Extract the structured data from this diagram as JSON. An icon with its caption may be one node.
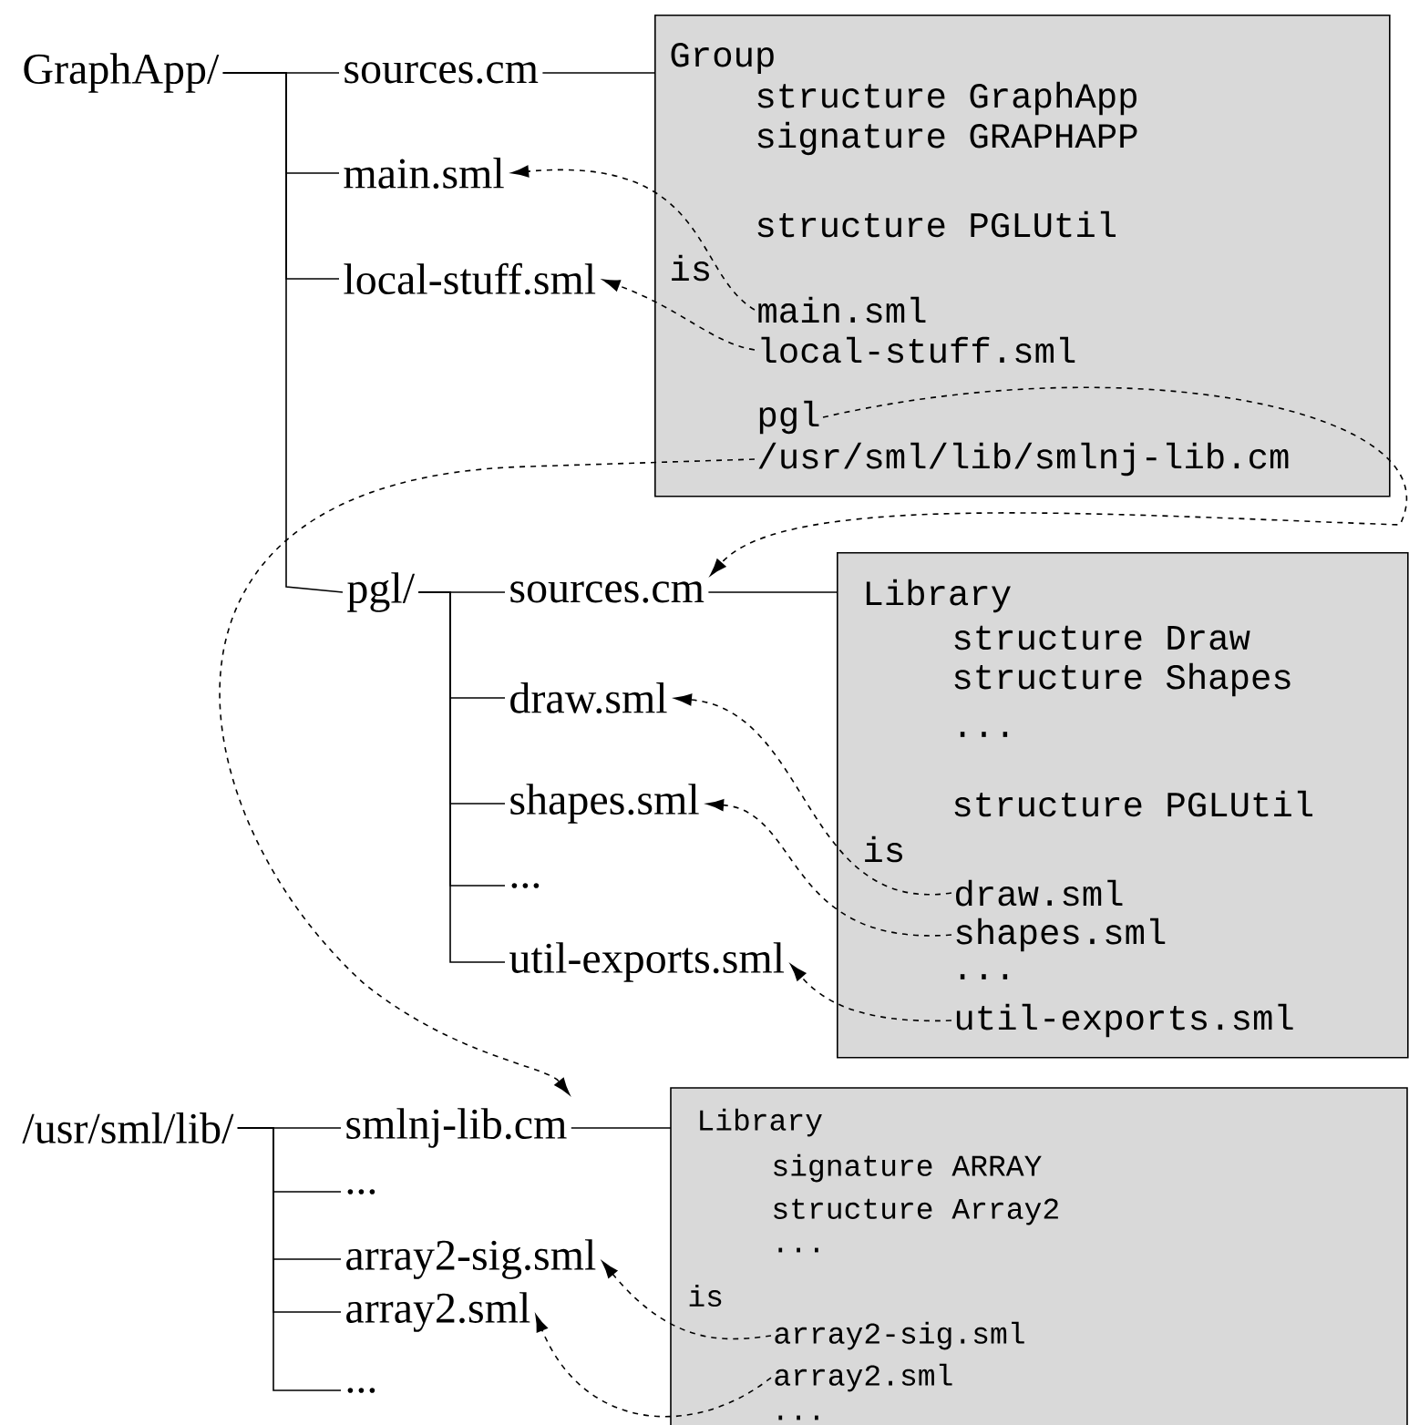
{
  "diagram": {
    "nodes": [
      {
        "text": [
          "GraphApp/"
        ]
      },
      {
        "text": [
          "sources.cm"
        ]
      },
      {
        "text": [
          "main.sml"
        ]
      },
      {
        "text": [
          "local-stuff.sml"
        ]
      },
      {
        "text": [
          "pgl/"
        ]
      },
      {
        "text": [
          "sources.cm"
        ]
      },
      {
        "text": [
          "draw.sml"
        ]
      },
      {
        "text": [
          "shapes.sml"
        ]
      },
      {
        "text": [
          "..."
        ]
      },
      {
        "text": [
          "util-exports.sml"
        ]
      },
      {
        "text": [
          "/usr/sml/lib/"
        ]
      },
      {
        "text": [
          "smlnj-lib.cm"
        ]
      },
      {
        "text": [
          "..."
        ]
      },
      {
        "text": [
          "array2-sig.sml"
        ]
      },
      {
        "text": [
          "array2.sml"
        ]
      },
      {
        "text": [
          "..."
        ]
      },
      {
        "text": [
          "Group",
          "structure GraphApp",
          "signature GRAPHAPP",
          "structure PGLUtil",
          "is"
        ]
      },
      {
        "text": [
          "main.sml"
        ],
        "in": 16
      },
      {
        "text": [
          "local-stuff.sml"
        ],
        "in": 16
      },
      {
        "text": [
          "pgl"
        ],
        "in": 16
      },
      {
        "text": [
          "/usr/sml/lib/smlnj-lib.cm"
        ],
        "in": 16
      },
      {
        "text": [
          "Library",
          "structure Draw",
          "structure Shapes",
          "...",
          "structure PGLUtil",
          "is",
          "..."
        ]
      },
      {
        "text": [
          "draw.sml"
        ],
        "in": 21
      },
      {
        "text": [
          "shapes.sml"
        ],
        "in": 21
      },
      {
        "text": [
          "util-exports.sml"
        ],
        "in": 21
      },
      {
        "text": [
          "Library",
          "signature ARRAY",
          "structure Array2",
          "...",
          "is",
          "..."
        ]
      },
      {
        "text": [
          "array2-sig.sml"
        ],
        "in": 25
      },
      {
        "text": [
          "array2.sml"
        ],
        "in": 25
      }
    ],
    "edges": [
      {
        "from": 0,
        "to": 1,
        "arrow": "none"
      },
      {
        "from": 0,
        "to": 2,
        "arrow": "none"
      },
      {
        "from": 0,
        "to": 3,
        "arrow": "none"
      },
      {
        "from": 0,
        "to": 4,
        "arrow": "none"
      },
      {
        "from": 1,
        "to": 16,
        "arrow": "none"
      },
      {
        "from": 4,
        "to": 5,
        "arrow": "none"
      },
      {
        "from": 4,
        "to": 6,
        "arrow": "none"
      },
      {
        "from": 4,
        "to": 7,
        "arrow": "none"
      },
      {
        "from": 4,
        "to": 8,
        "arrow": "none"
      },
      {
        "from": 4,
        "to": 9,
        "arrow": "none"
      },
      {
        "from": 5,
        "to": 21,
        "arrow": "none"
      },
      {
        "from": 10,
        "to": 11,
        "arrow": "none"
      },
      {
        "from": 10,
        "to": 12,
        "arrow": "none"
      },
      {
        "from": 10,
        "to": 13,
        "arrow": "none"
      },
      {
        "from": 10,
        "to": 14,
        "arrow": "none"
      },
      {
        "from": 10,
        "to": 15,
        "arrow": "none"
      },
      {
        "from": 11,
        "to": 25,
        "arrow": "none"
      },
      {
        "from": 17,
        "to": 2,
        "arrow": "to",
        "style": "dashed"
      },
      {
        "from": 18,
        "to": 3,
        "arrow": "to",
        "style": "dashed"
      },
      {
        "from": 19,
        "to": 5,
        "arrow": "to",
        "style": "dashed"
      },
      {
        "from": 20,
        "to": 11,
        "arrow": "to",
        "style": "dashed"
      },
      {
        "from": 22,
        "to": 6,
        "arrow": "to",
        "style": "dashed"
      },
      {
        "from": 23,
        "to": 7,
        "arrow": "to",
        "style": "dashed"
      },
      {
        "from": 24,
        "to": 9,
        "arrow": "to",
        "style": "dashed"
      },
      {
        "from": 26,
        "to": 13,
        "arrow": "to",
        "style": "dashed"
      },
      {
        "from": 27,
        "to": 14,
        "arrow": "to",
        "style": "dashed"
      }
    ]
  }
}
